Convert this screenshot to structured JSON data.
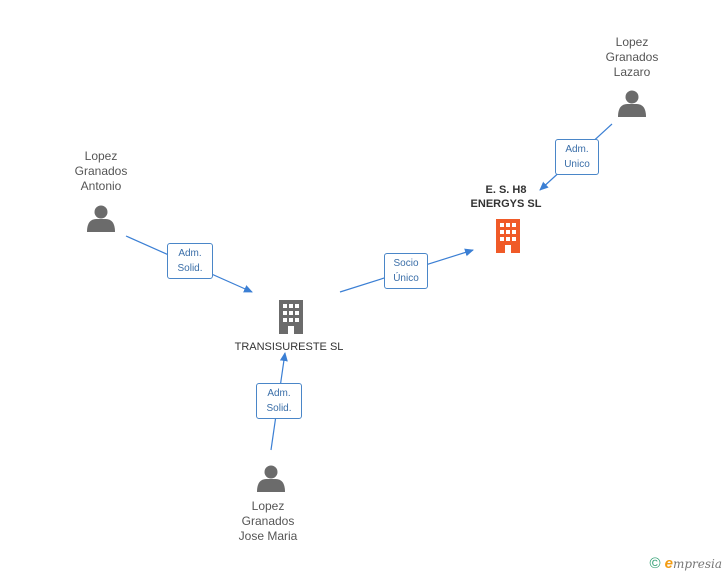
{
  "nodes": {
    "lazaro": {
      "label": "Lopez\nGranados\nLazaro",
      "icon": "person-icon"
    },
    "antonio": {
      "label": "Lopez\nGranados\nAntonio",
      "icon": "person-icon"
    },
    "jose": {
      "label": "Lopez\nGranados\nJose Maria",
      "icon": "person-icon"
    },
    "energys": {
      "label": "E. S. H8\nENERGYS SL",
      "icon": "building-icon",
      "color": "#f05a28"
    },
    "transisureste": {
      "label": "TRANSISURESTE SL",
      "icon": "building-icon",
      "color": "#6b6b6b"
    }
  },
  "relations": {
    "lazaro_energys": "Adm.\nUnico",
    "antonio_trans": "Adm.\nSolid.",
    "trans_energys": "Socio\nÚnico",
    "jose_trans": "Adm.\nSolid."
  },
  "colors": {
    "edge": "#3b7fd4",
    "person": "#6b6b6b"
  },
  "footer": {
    "copyright_symbol": "©",
    "brand_initial": "e",
    "brand_rest": "mpresia"
  }
}
